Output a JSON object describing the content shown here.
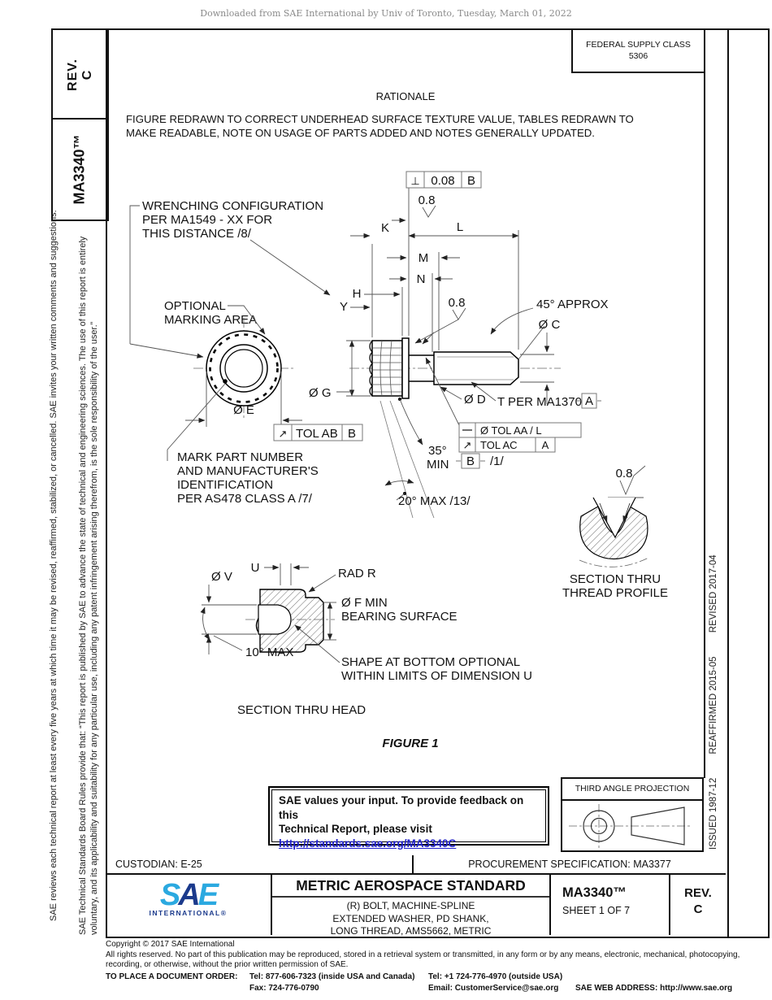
{
  "colors": {
    "link_blue": "#2222cc",
    "logo_light_blue": "#2BA9E0",
    "logo_dark_blue": "#1B3A8C"
  },
  "page": {
    "download_notice": "Downloaded from SAE International by Univ of Toronto, Tuesday, March 01, 2022"
  },
  "left_margin": {
    "rev_line1": "REV.",
    "rev_line2": "C",
    "doc_number": "MA3340™",
    "disclaimer1a": "SAE Technical Standards Board Rules provide that: “This report is published by SAE to advance the state of technical and engineering sciences. The use of this report is entirely",
    "disclaimer1b": "voluntary, and its applicability and suitability for any particular use, including any patent infringement arising therefrom, is the sole responsibility of the user.”",
    "disclaimer2": "SAE reviews each technical report at least every five years at which time it may be revised, reaffirmed, stabilized, or cancelled. SAE invites your written comments and suggestions."
  },
  "right_margin": {
    "issued": "ISSUED 1987-12",
    "reaffirmed": "REAFFIRMED 2015-05",
    "revised": "REVISED 2017-04"
  },
  "header": {
    "federal_supply_class_label": "FEDERAL SUPPLY CLASS",
    "federal_supply_class_value": "5306",
    "rationale_title": "RATIONALE",
    "rationale_text": "FIGURE REDRAWN TO CORRECT UNDERHEAD SURFACE TEXTURE VALUE, TABLES REDRAWN TO MAKE READABLE, NOTE ON USAGE OF PARTS ADDED AND NOTES GENERALLY UPDATED."
  },
  "figure": {
    "wrench1": "WRENCHING CONFIGURATION",
    "wrench2": "PER MA1549 - XX FOR",
    "wrench3": "THIS DISTANCE /8/",
    "opt1": "OPTIONAL",
    "opt2": "MARKING AREA",
    "mark1": "MARK PART NUMBER",
    "mark2": "AND MANUFACTURER'S",
    "mark3": "IDENTIFICATION",
    "mark4": "PER AS478 CLASS A /7/",
    "dim_k": "K",
    "dim_l": "L",
    "dim_m": "M",
    "dim_n": "N",
    "dim_h": "H",
    "dim_y": "Y",
    "perp_symbol": "⊥",
    "perp_tol": "0.08",
    "perp_datum": "B",
    "surf_top": "0.8",
    "surf_underhead": "0.8",
    "surf_thread": "0.8",
    "approx45": "45° APPROX",
    "dia_c": "Ø C",
    "dia_d": "Ø D",
    "dia_e": "Ø E",
    "dia_g": "Ø G",
    "t_per": "T PER MA1370",
    "datum_a": "A",
    "runout_symbol": "↗",
    "fcf_ab_text": "TOL AB",
    "fcf_ab_datum": "B",
    "fcf_aa_text": "Ø TOL AA / L",
    "fcf_ac_text": "TOL AC",
    "fcf_ac_datum": "A",
    "datum_b": "B",
    "note_1": "/1/",
    "min35_line1": "35°",
    "min35_line2": "MIN",
    "max20": "20° MAX /13/",
    "section_thread1": "SECTION THRU",
    "section_thread2": "THREAD PROFILE",
    "dim_u": "U",
    "dia_v": "Ø V",
    "rad_r": "RAD R",
    "dia_f1": "Ø F MIN",
    "dia_f2": "BEARING SURFACE",
    "max10": "10° MAX",
    "shape1": "SHAPE AT BOTTOM OPTIONAL",
    "shape2": "WITHIN LIMITS OF DIMENSION U",
    "section_head": "SECTION THRU HEAD",
    "caption": "FIGURE 1"
  },
  "feedback_box": {
    "line1": "SAE values your input. To provide feedback on this",
    "line2": "Technical Report, please visit",
    "link": "http://standards.sae.org/MA3340C"
  },
  "projection": {
    "label": "THIRD ANGLE PROJECTION"
  },
  "title_block": {
    "custodian": "CUSTODIAN: E-25",
    "procurement": "PROCUREMENT SPECIFICATION: MA3377",
    "standard_type": "METRIC AEROSPACE STANDARD",
    "title_line1": "(R) BOLT, MACHINE-SPLINE",
    "title_line2": "EXTENDED WASHER, PD SHANK,",
    "title_line3": "LONG THREAD, AMS5662, METRIC",
    "doc_number": "MA3340™",
    "sheet": "SHEET 1 OF 7",
    "rev_label": "REV.",
    "rev_value": "C",
    "logo_s": "S",
    "logo_a": "A",
    "logo_e": "E",
    "logo_sub": "INTERNATIONAL®"
  },
  "footer": {
    "copyright1": "Copyright © 2017 SAE International",
    "copyright2": "All rights reserved. No part of this publication may be reproduced, stored in a retrieval system or transmitted, in any form or by any means, electronic, mechanical, photocopying,",
    "copyright3": "recording, or otherwise, without the prior written permission of SAE.",
    "order_label": "TO PLACE A DOCUMENT ORDER:",
    "tel_inside": "Tel: 877-606-7323 (inside USA and Canada)",
    "tel_outside": "Tel: +1 724-776-4970 (outside USA)",
    "fax": "Fax: 724-776-0790",
    "email": "Email: CustomerService@sae.org",
    "web": "SAE WEB ADDRESS: http://www.sae.org"
  }
}
